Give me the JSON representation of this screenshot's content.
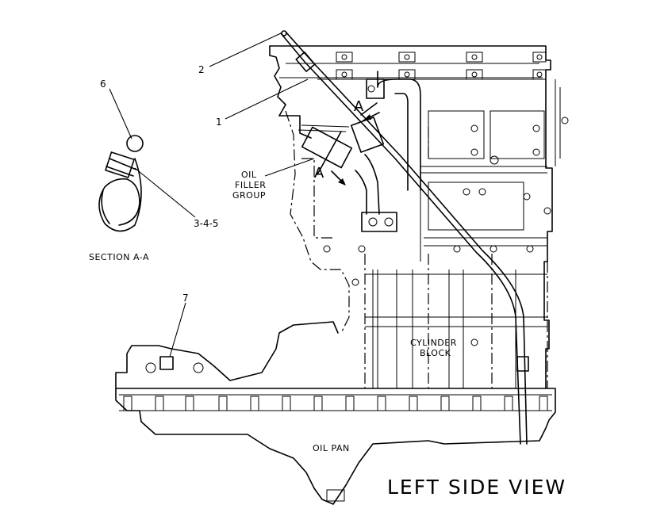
{
  "view_title": "LEFT SIDE VIEW",
  "section_label": "SECTION A-A",
  "labels": {
    "oil_filler_line1": "OIL",
    "oil_filler_line2": "FILLER",
    "oil_filler_line3": "GROUP",
    "cylinder_line1": "CYLINDER",
    "cylinder_line2": "BLOCK",
    "oil_pan": "OIL PAN"
  },
  "callouts": {
    "c1": "1",
    "c2": "2",
    "c345": "3-4-5",
    "c6": "6",
    "c7": "7"
  },
  "section_marks": {
    "upper": "A",
    "lower": "A"
  }
}
